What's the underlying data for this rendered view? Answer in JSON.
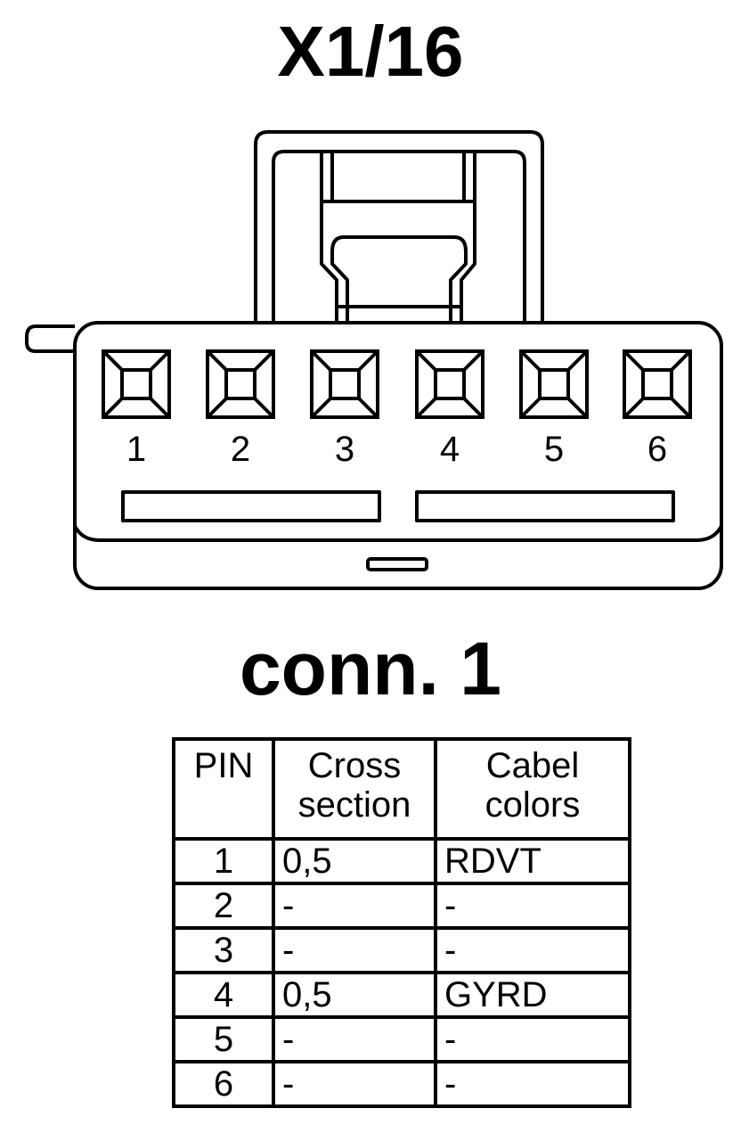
{
  "title": "X1/16",
  "connector_label": "conn. 1",
  "pin_numbers": [
    "1",
    "2",
    "3",
    "4",
    "5",
    "6"
  ],
  "table": {
    "headers": [
      "PIN",
      "Cross section",
      "Cabel colors"
    ],
    "rows": [
      {
        "pin": "1",
        "cross_section": "0,5",
        "color": "RDVT"
      },
      {
        "pin": "2",
        "cross_section": "-",
        "color": "-"
      },
      {
        "pin": "3",
        "cross_section": "-",
        "color": "-"
      },
      {
        "pin": "4",
        "cross_section": "0,5",
        "color": "GYRD"
      },
      {
        "pin": "5",
        "cross_section": "-",
        "color": "-"
      },
      {
        "pin": "6",
        "cross_section": "-",
        "color": "-"
      }
    ]
  }
}
